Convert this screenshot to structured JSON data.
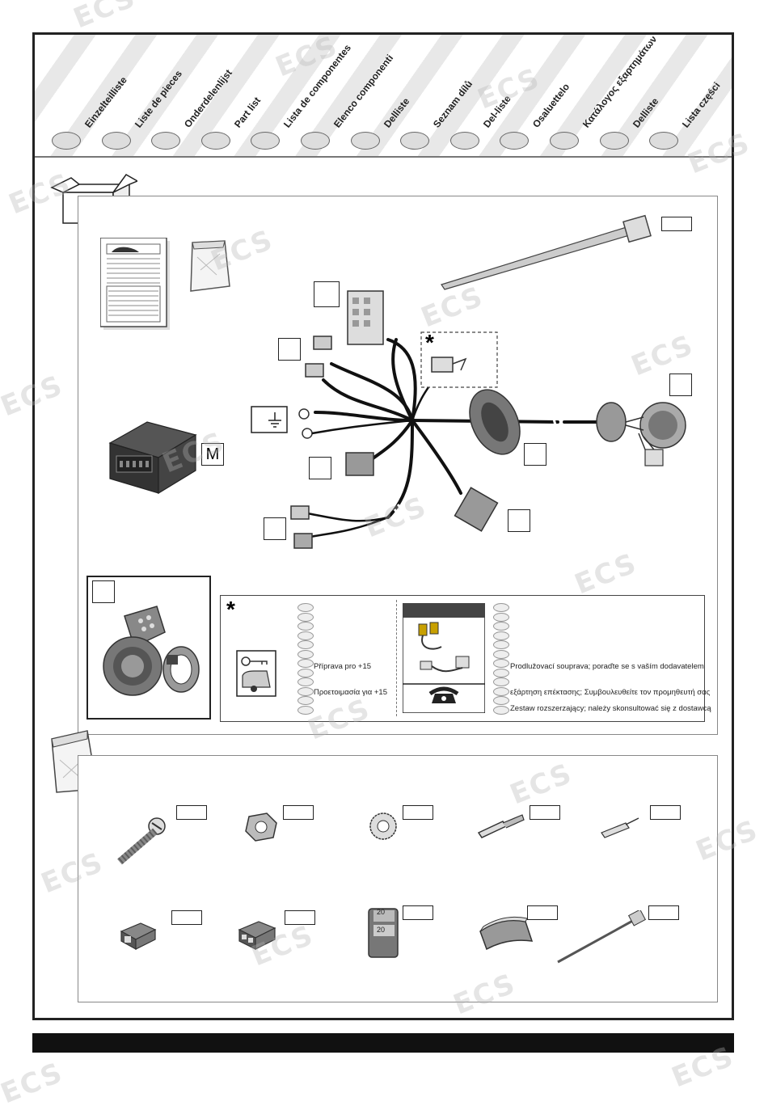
{
  "header": {
    "languages": [
      "Einzelteilliste",
      "Liste de pieces",
      "Onderdelenlijst",
      "Part list",
      "Lista de componentes",
      "Elenco componenti",
      "Delliste",
      "Seznam dílů",
      "Del-liste",
      "Osaluettelo",
      "Κατάλογος εξαρτημάτων",
      "Delliste",
      "Lista części"
    ]
  },
  "watermark": {
    "text": "ECS"
  },
  "main": {
    "module_label": "M",
    "asterisk": "*"
  },
  "note": {
    "asterisk": "*",
    "left_lines": [
      "Příprava pro +15",
      "Προετοιμασία για +15"
    ],
    "right_lines": [
      "Prodlužovací souprava; poraďte se s vaším dodavatelem",
      "εξάρτηση επέκτασης; Συμβουλευθείτε τον προμηθευτή σας",
      "Zestaw rozszerzający; należy skonsultować się z dostawcą"
    ]
  },
  "hardware": {
    "tape_value": "20"
  },
  "icons": [
    "box-icon",
    "bag-icon",
    "ground-symbol-icon",
    "phone-icon",
    "key-icon",
    "caravan-icon"
  ]
}
